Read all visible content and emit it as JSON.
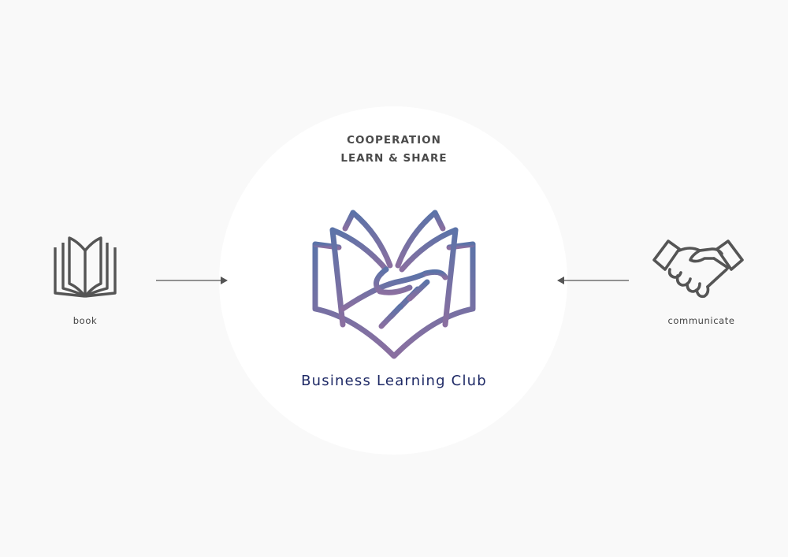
{
  "center": {
    "tagline_line1": "COOPERATION",
    "tagline_line2": "LEARN & SHARE",
    "brand_name": "Business Learning Club",
    "logo_icon": "book-handshake-logo-icon"
  },
  "left_node": {
    "label": "book",
    "icon": "open-book-icon"
  },
  "right_node": {
    "label": "communicate",
    "icon": "handshake-icon"
  },
  "colors": {
    "background": "#f9f9f9",
    "circle": "#ffffff",
    "logo_gradient_top": "#5b73a8",
    "logo_gradient_bottom": "#8a6fa0",
    "brand_text": "#1f2a66",
    "icon_gray": "#555555",
    "arrow": "#555555"
  }
}
